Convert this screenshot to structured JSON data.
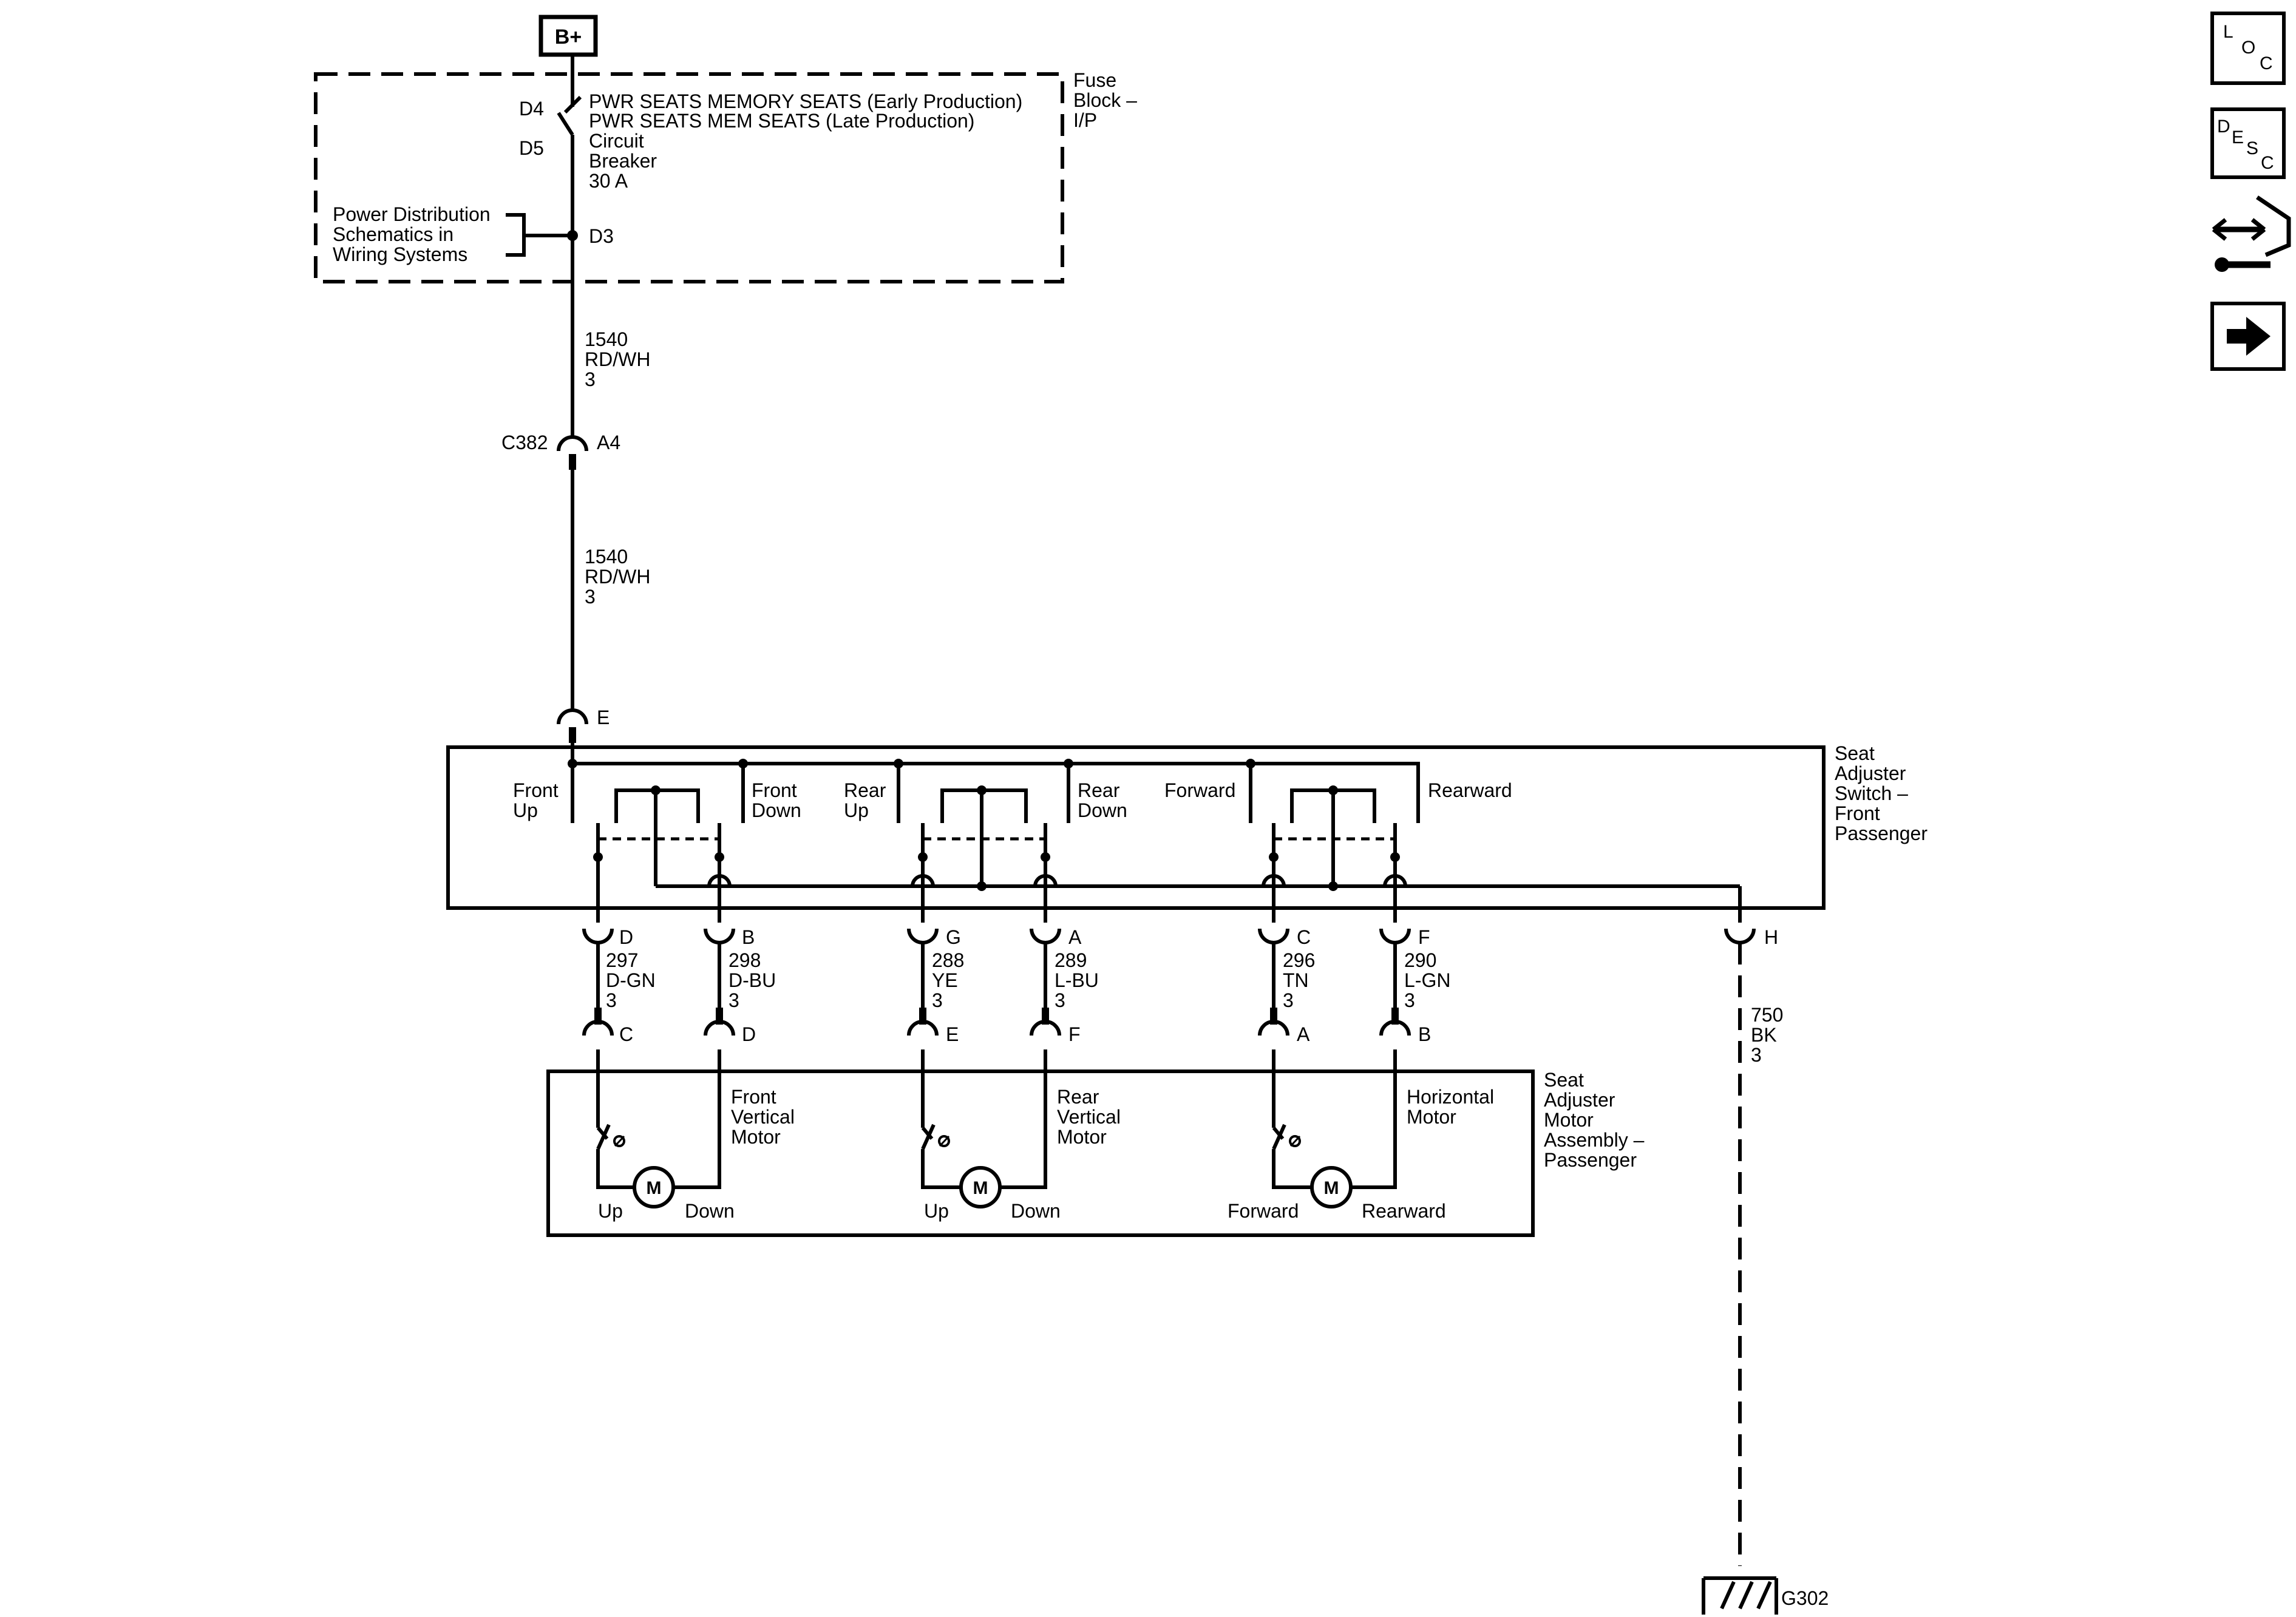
{
  "power": {
    "source": "B+"
  },
  "fuse_block": {
    "title_lines": [
      "Fuse",
      "Block –",
      "I/P"
    ],
    "pin_d4": "D4",
    "pin_d5": "D5",
    "pin_d3": "D3",
    "breaker_lines": [
      "PWR SEATS MEMORY SEATS (Early Production)",
      "PWR SEATS MEM SEATS (Late Production)",
      "Circuit",
      "Breaker",
      "30 A"
    ],
    "power_dist_lines": [
      "Power Distribution",
      "Schematics in",
      "Wiring Systems"
    ]
  },
  "wire_1540_top": {
    "circuit": "1540",
    "color": "RD/WH",
    "gauge": "3"
  },
  "connector_c382": {
    "name": "C382",
    "pin": "A4"
  },
  "wire_1540_bottom": {
    "circuit": "1540",
    "color": "RD/WH",
    "gauge": "3"
  },
  "switch": {
    "input_pin": "E",
    "title_lines": [
      "Seat",
      "Adjuster",
      "Switch –",
      "Front",
      "Passenger"
    ],
    "labels": [
      [
        "Front",
        "Up"
      ],
      [
        "Front",
        "Down"
      ],
      [
        "Rear",
        "Up"
      ],
      [
        "Rear",
        "Down"
      ],
      [
        "Forward"
      ],
      [
        "Rearward"
      ]
    ],
    "ground_pin": "H"
  },
  "motor_wires": [
    {
      "switch_pin": "D",
      "circuit": "297",
      "color": "D-GN",
      "gauge": "3",
      "motor_pin": "C"
    },
    {
      "switch_pin": "B",
      "circuit": "298",
      "color": "D-BU",
      "gauge": "3",
      "motor_pin": "D"
    },
    {
      "switch_pin": "G",
      "circuit": "288",
      "color": "YE",
      "gauge": "3",
      "motor_pin": "E"
    },
    {
      "switch_pin": "A",
      "circuit": "289",
      "color": "L-BU",
      "gauge": "3",
      "motor_pin": "F"
    },
    {
      "switch_pin": "C",
      "circuit": "296",
      "color": "TN",
      "gauge": "3",
      "motor_pin": "A"
    },
    {
      "switch_pin": "F",
      "circuit": "290",
      "color": "L-GN",
      "gauge": "3",
      "motor_pin": "B"
    }
  ],
  "ground_wire": {
    "circuit": "750",
    "color": "BK",
    "gauge": "3",
    "ground": "G302"
  },
  "motor_assembly": {
    "title_lines": [
      "Seat",
      "Adjuster",
      "Motor",
      "Assembly –",
      "Passenger"
    ],
    "motor_symbol": "M",
    "motors": [
      {
        "name_lines": [
          "Front",
          "Vertical",
          "Motor"
        ],
        "left": "Up",
        "right": "Down"
      },
      {
        "name_lines": [
          "Rear",
          "Vertical",
          "Motor"
        ],
        "left": "Up",
        "right": "Down"
      },
      {
        "name_lines": [
          "Horizontal",
          "Motor"
        ],
        "left": "Forward",
        "right": "Rearward"
      }
    ]
  },
  "nav_icons": [
    {
      "icon": "loc-icon",
      "letters": [
        "L",
        "O",
        "C"
      ]
    },
    {
      "icon": "desc-icon",
      "letters": [
        "D",
        "E",
        "S",
        "C"
      ]
    },
    {
      "icon": "connector-tool-icon"
    },
    {
      "icon": "next-arrow-icon"
    }
  ]
}
